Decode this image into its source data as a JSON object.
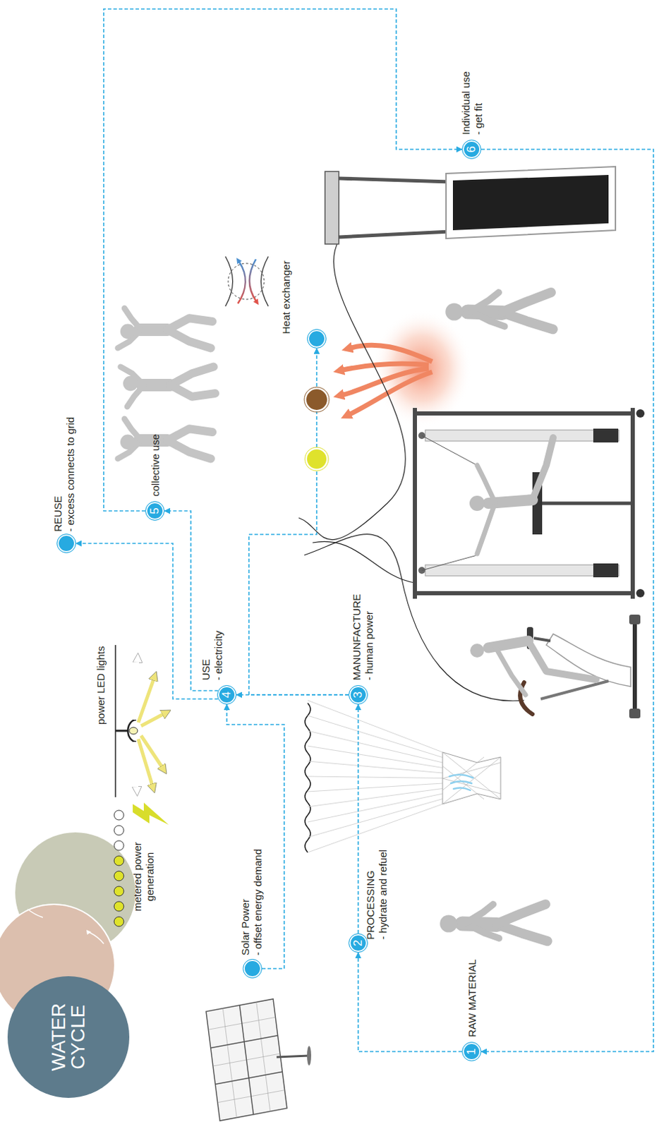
{
  "diagram": {
    "nodes": [
      {
        "text": [
          "1",
          "RAW MATERIAL"
        ]
      },
      {
        "text": [
          "2",
          "PROCESSING",
          "- hydrate and refuel"
        ]
      },
      {
        "text": [
          "3",
          "MANUNFACTURE",
          "- human power"
        ]
      },
      {
        "text": [
          "4",
          "USE",
          "- electricity"
        ]
      },
      {
        "text": [
          "5",
          "collective use"
        ]
      },
      {
        "text": [
          "6",
          "Individual use",
          "- get fit"
        ]
      },
      {
        "text": [
          "Solar Power",
          "- offset energy demand"
        ]
      },
      {
        "text": [
          "REUSE",
          "- excess connects to grid"
        ]
      },
      {
        "text": [
          "Heat exchanger"
        ]
      },
      {
        "text": [
          "WATER CYCLE"
        ]
      }
    ],
    "edges": [
      {
        "from": 0,
        "to": 1,
        "arrow": "to"
      },
      {
        "from": 1,
        "to": 2,
        "arrow": "to"
      },
      {
        "from": 2,
        "to": 3,
        "arrow": "to"
      },
      {
        "from": 6,
        "to": 3,
        "arrow": "to"
      },
      {
        "from": 3,
        "to": 4,
        "arrow": "to"
      },
      {
        "from": 3,
        "to": 7,
        "arrow": "to"
      },
      {
        "from": 2,
        "to": 8,
        "arrow": "to"
      },
      {
        "from": 4,
        "to": 5,
        "arrow": "to"
      },
      {
        "from": 5,
        "to": 0,
        "arrow": "to"
      }
    ],
    "labels": [
      "power LED lights",
      "metered power generation"
    ]
  }
}
